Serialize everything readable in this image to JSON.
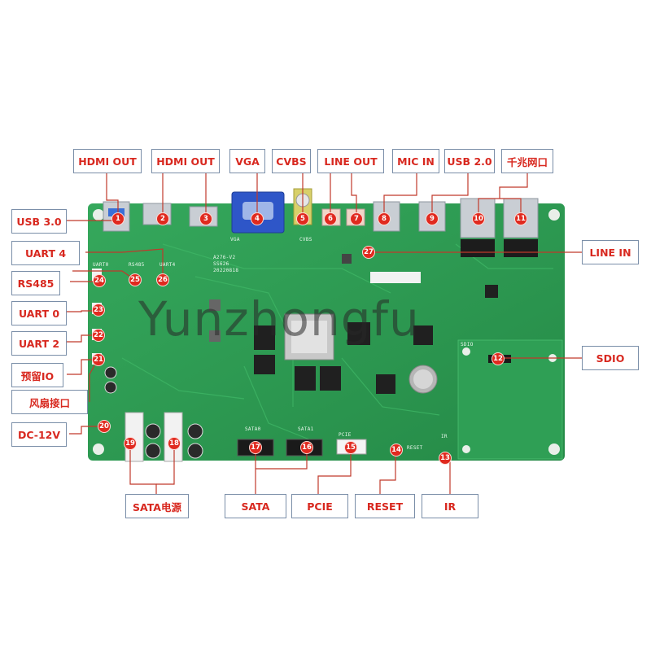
{
  "labels": [
    {
      "id": "hdmi-out-1",
      "text": "HDMI OUT"
    },
    {
      "id": "hdmi-out-2",
      "text": "HDMI OUT"
    },
    {
      "id": "vga",
      "text": "VGA"
    },
    {
      "id": "cvbs",
      "text": "CVBS"
    },
    {
      "id": "line-out",
      "text": "LINE OUT"
    },
    {
      "id": "mic-in",
      "text": "MIC IN"
    },
    {
      "id": "usb-2",
      "text": "USB 2.0"
    },
    {
      "id": "gigabit-lan",
      "text": "千兆网口"
    },
    {
      "id": "usb-3",
      "text": "USB 3.0"
    },
    {
      "id": "uart-4",
      "text": "UART 4"
    },
    {
      "id": "rs485",
      "text": "RS485"
    },
    {
      "id": "uart-0",
      "text": "UART 0"
    },
    {
      "id": "uart-2",
      "text": "UART 2"
    },
    {
      "id": "reserved-io",
      "text": "预留IO"
    },
    {
      "id": "fan-port",
      "text": "风扇接口"
    },
    {
      "id": "dc-12v",
      "text": "DC-12V"
    },
    {
      "id": "line-in",
      "text": "LINE IN"
    },
    {
      "id": "sdio",
      "text": "SDIO"
    },
    {
      "id": "sata-power",
      "text": "SATA电源"
    },
    {
      "id": "sata",
      "text": "SATA"
    },
    {
      "id": "pcie",
      "text": "PCIE"
    },
    {
      "id": "reset",
      "text": "RESET"
    },
    {
      "id": "ir",
      "text": "IR"
    }
  ],
  "markers": [
    "1",
    "2",
    "3",
    "4",
    "5",
    "6",
    "7",
    "8",
    "9",
    "10",
    "11",
    "12",
    "13",
    "14",
    "15",
    "16",
    "17",
    "18",
    "19",
    "20",
    "21",
    "22",
    "23",
    "24",
    "25",
    "26",
    "27"
  ],
  "silkscreen": {
    "model": "A276-V2",
    "chip": "SS626",
    "date": "20220818",
    "vga": "VGA",
    "cvbs": "CVBS",
    "uart0": "UART0",
    "rs485": "RS485",
    "uart4": "UART4",
    "sata0": "SATA0",
    "sata1": "SATA1",
    "pcie": "PCIE",
    "reset": "RESET",
    "ir": "IR",
    "sdio": "SDIO"
  },
  "watermark": "Yunzhongfu",
  "colors": {
    "board": "#2c9a52",
    "label_text": "#d8281f",
    "label_border": "#7a8ea8",
    "marker": "#e02a1f",
    "line": "#c0392b"
  }
}
